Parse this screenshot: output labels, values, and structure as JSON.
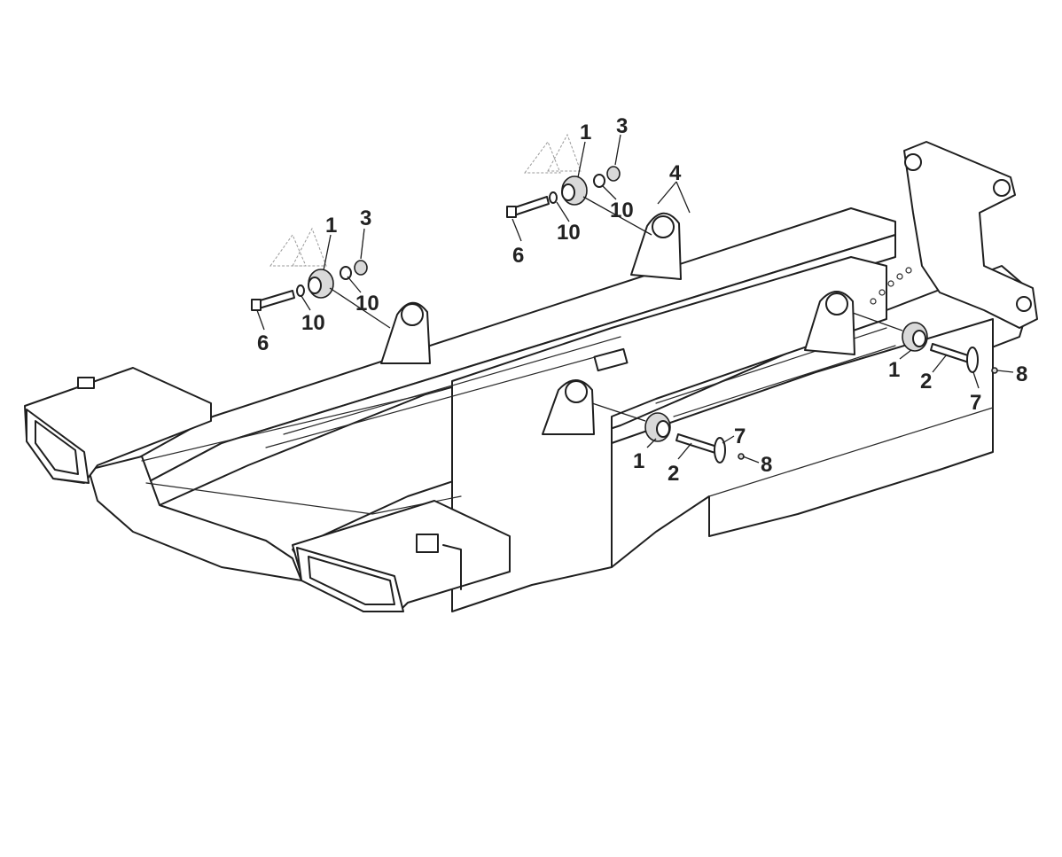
{
  "callouts": [
    {
      "id": "a-1",
      "text": "1"
    },
    {
      "id": "a-3",
      "text": "3"
    },
    {
      "id": "a-10-upper",
      "text": "10"
    },
    {
      "id": "a-10-lower",
      "text": "10"
    },
    {
      "id": "a-6",
      "text": "6"
    },
    {
      "id": "b-1",
      "text": "1"
    },
    {
      "id": "b-3",
      "text": "3"
    },
    {
      "id": "b-4",
      "text": "4"
    },
    {
      "id": "b-10-upper",
      "text": "10"
    },
    {
      "id": "b-10-lower",
      "text": "10"
    },
    {
      "id": "b-6",
      "text": "6"
    },
    {
      "id": "c-1",
      "text": "1"
    },
    {
      "id": "c-2",
      "text": "2"
    },
    {
      "id": "c-7",
      "text": "7"
    },
    {
      "id": "c-8",
      "text": "8"
    },
    {
      "id": "d-1",
      "text": "1"
    },
    {
      "id": "d-2",
      "text": "2"
    },
    {
      "id": "d-7",
      "text": "7"
    },
    {
      "id": "d-8",
      "text": "8"
    }
  ]
}
